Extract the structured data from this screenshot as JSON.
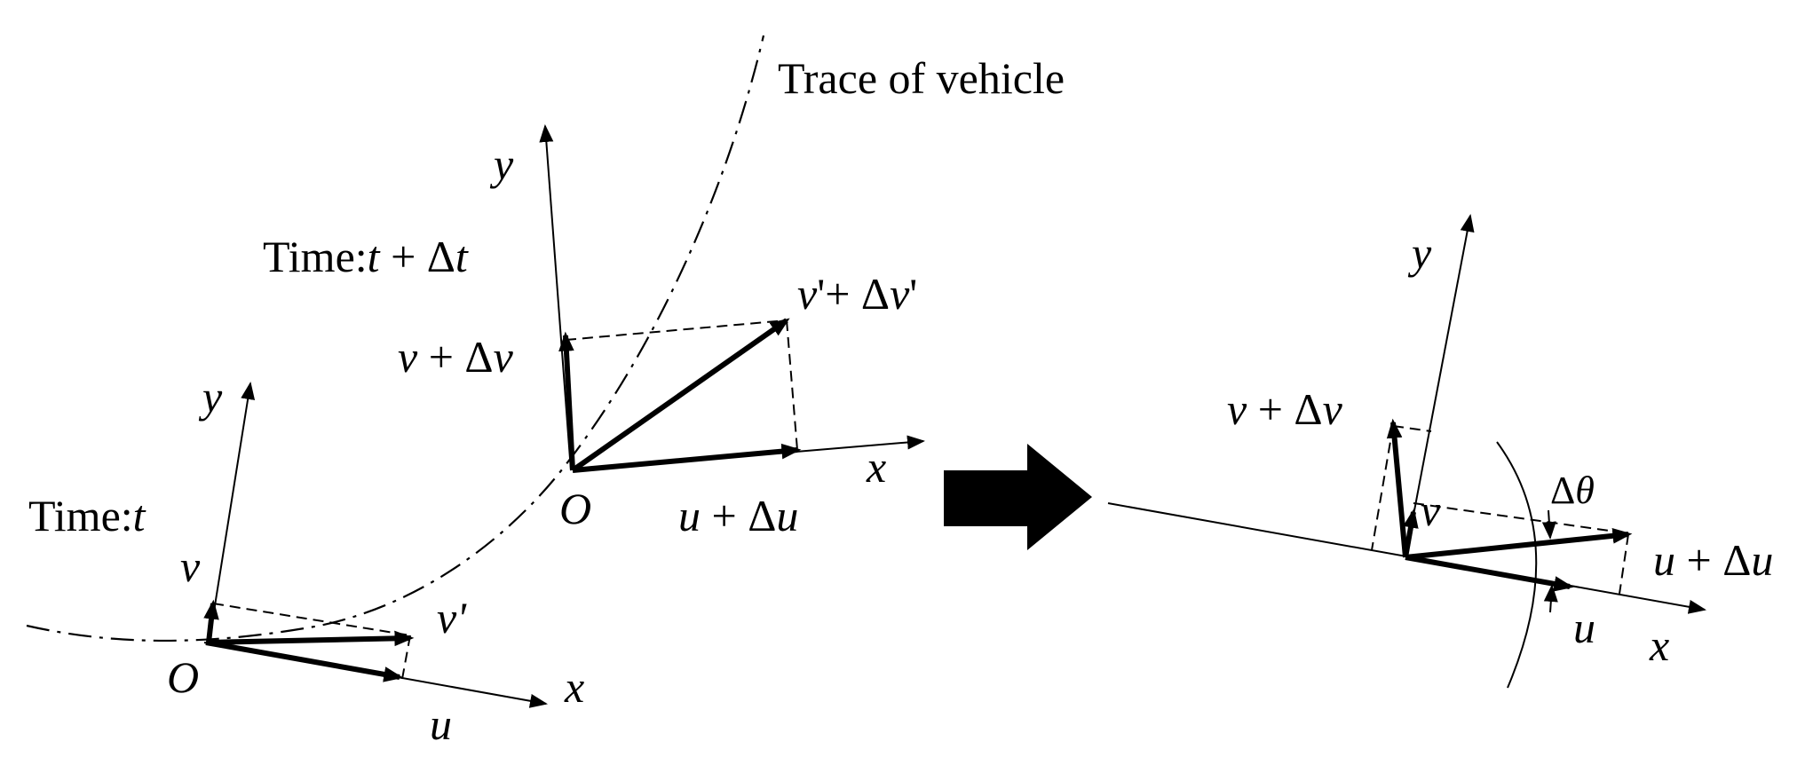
{
  "trace_label": "Trace of vehicle",
  "left_frame": {
    "time_prefix": "Time:",
    "time_var": "t",
    "origin": "O",
    "x_axis": "x",
    "y_axis": "y",
    "u": "u",
    "v": "v",
    "v_prime": "v'"
  },
  "middle_frame": {
    "time_prefix": "Time:",
    "time_var": "t",
    "time_plus": " + Δ",
    "time_var2": "t",
    "origin": "O",
    "x_axis": "x",
    "y_axis": "y",
    "u_part1": "u",
    "u_part2": " + Δ",
    "u_part3": "u",
    "v_part1": "v",
    "v_part2": " + Δ",
    "v_part3": "v",
    "vp_part1": "v",
    "vp_part2": "'+ Δ",
    "vp_part3": "v",
    "vp_part4": "'"
  },
  "right_frame": {
    "x_axis": "x",
    "y_axis": "y",
    "u": "u",
    "v": "v",
    "u_part1": "u",
    "u_part2": " + Δ",
    "u_part3": "u",
    "v_part1": "v",
    "v_part2": " + Δ",
    "v_part3": "v",
    "theta_part1": "Δ",
    "theta_part2": "θ"
  }
}
